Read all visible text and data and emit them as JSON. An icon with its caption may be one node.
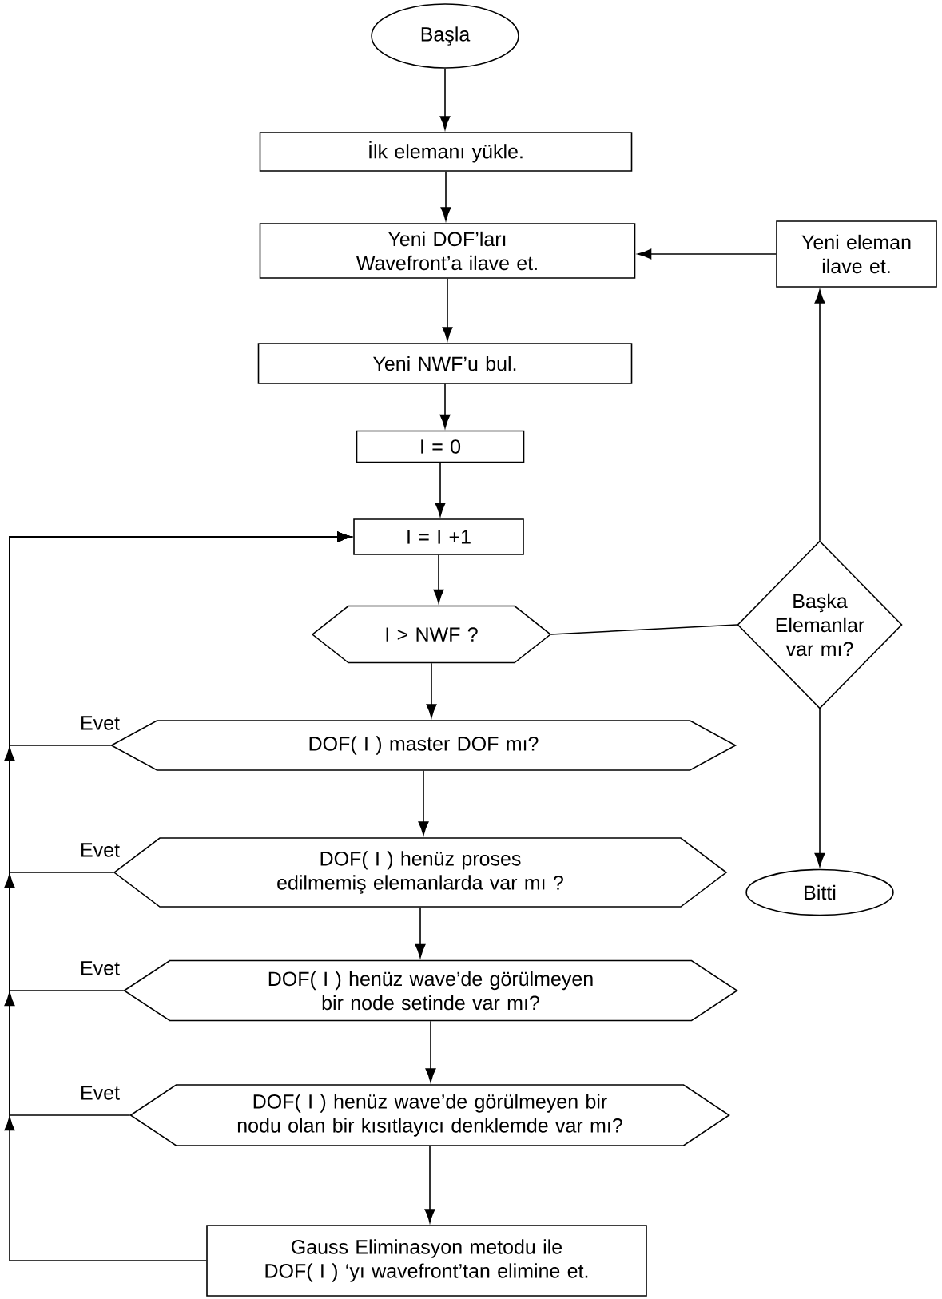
{
  "diagram": {
    "nodes": [
      {
        "text": [
          "Başla"
        ]
      },
      {
        "text": [
          "İlk elemanı yükle."
        ]
      },
      {
        "text": [
          "Yeni DOF’ları Wavefront’a ilave et."
        ]
      },
      {
        "text": [
          "Yeni NWF’u bul."
        ]
      },
      {
        "text": [
          "I = 0"
        ]
      },
      {
        "text": [
          "I = I +1"
        ]
      },
      {
        "text": [
          "I > NWF ?"
        ]
      },
      {
        "text": [
          "DOF( I ) master DOF mı?"
        ]
      },
      {
        "text": [
          "DOF( I ) henüz proses edilmemiş elemanlarda var mı ?"
        ]
      },
      {
        "text": [
          "DOF( I ) henüz wave’de görülmeyen bir node setinde var mı?"
        ]
      },
      {
        "text": [
          "DOF( I ) henüz wave’de görülmeyen bir nodu olan bir kısıtlayıcı denklemde var mı?"
        ]
      },
      {
        "text": [
          "Gauss Eliminasyon metodu ile DOF( I ) ‘yı wavefront’tan elimine et."
        ]
      },
      {
        "text": [
          "Yeni eleman ilave et."
        ]
      },
      {
        "text": [
          "Başka Elemanlar var mı?"
        ]
      },
      {
        "text": [
          "Bitti"
        ]
      }
    ],
    "edges": [
      {
        "from": 0,
        "to": 1,
        "arrow": "to"
      },
      {
        "from": 1,
        "to": 2,
        "arrow": "to"
      },
      {
        "from": 2,
        "to": 3,
        "arrow": "to"
      },
      {
        "from": 3,
        "to": 4,
        "arrow": "to"
      },
      {
        "from": 4,
        "to": 5,
        "arrow": "to"
      },
      {
        "from": 5,
        "to": 6,
        "arrow": "to"
      },
      {
        "from": 6,
        "to": 7,
        "arrow": "to"
      },
      {
        "from": 7,
        "to": 8,
        "arrow": "to"
      },
      {
        "from": 8,
        "to": 9,
        "arrow": "to"
      },
      {
        "from": 9,
        "to": 10,
        "arrow": "to"
      },
      {
        "from": 10,
        "to": 11,
        "arrow": "to"
      },
      {
        "from": 6,
        "to": 13,
        "arrow": "none"
      },
      {
        "from": 13,
        "to": 12,
        "arrow": "to"
      },
      {
        "from": 12,
        "to": 2,
        "arrow": "to"
      },
      {
        "from": 13,
        "to": 14,
        "arrow": "to"
      },
      {
        "from": 7,
        "to": 5,
        "arrow": "to",
        "label": "Evet"
      },
      {
        "from": 8,
        "to": 5,
        "arrow": "to",
        "label": "Evet"
      },
      {
        "from": 9,
        "to": 5,
        "arrow": "to",
        "label": "Evet"
      },
      {
        "from": 10,
        "to": 5,
        "arrow": "to",
        "label": "Evet"
      },
      {
        "from": 11,
        "to": 5,
        "arrow": "to"
      }
    ]
  }
}
